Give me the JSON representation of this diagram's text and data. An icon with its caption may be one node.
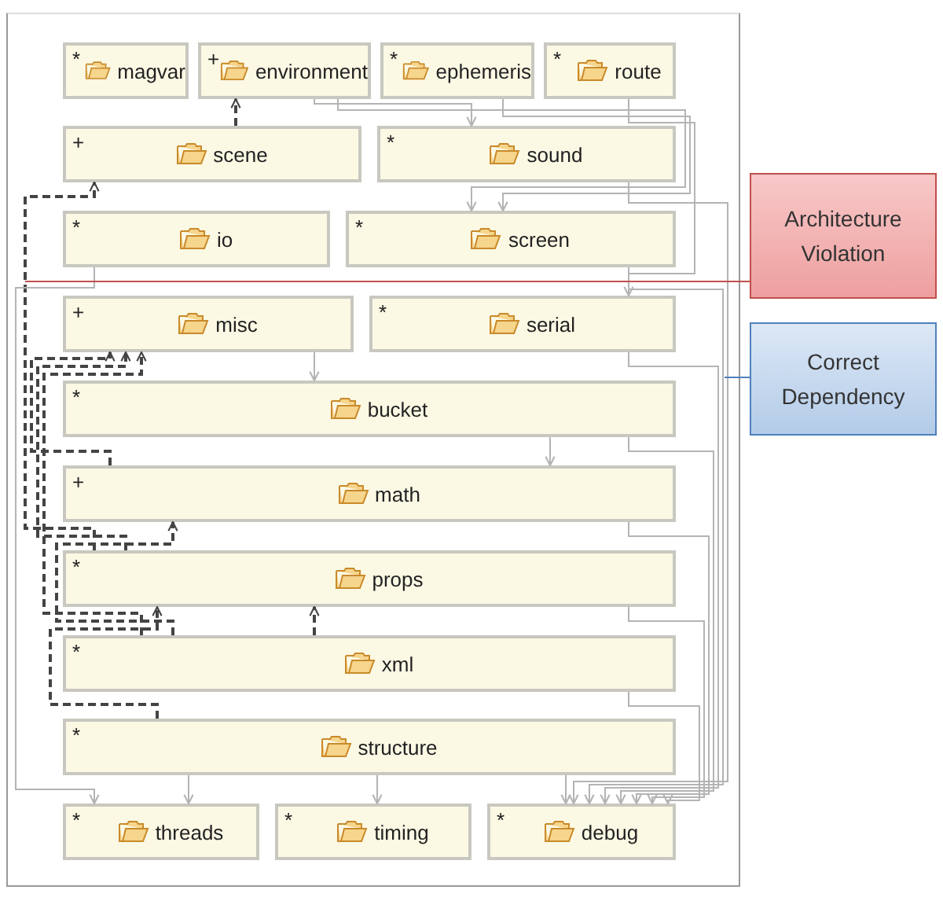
{
  "diagram": {
    "nodes": [
      {
        "text": [
          "*",
          "magvar"
        ]
      },
      {
        "text": [
          "+",
          "environment"
        ]
      },
      {
        "text": [
          "*",
          "ephemeris"
        ]
      },
      {
        "text": [
          "*",
          "route"
        ]
      },
      {
        "text": [
          "+",
          "scene"
        ]
      },
      {
        "text": [
          "*",
          "sound"
        ]
      },
      {
        "text": [
          "*",
          "io"
        ]
      },
      {
        "text": [
          "*",
          "screen"
        ]
      },
      {
        "text": [
          "+",
          "misc"
        ]
      },
      {
        "text": [
          "*",
          "serial"
        ]
      },
      {
        "text": [
          "*",
          "bucket"
        ]
      },
      {
        "text": [
          "+",
          "math"
        ]
      },
      {
        "text": [
          "*",
          "props"
        ]
      },
      {
        "text": [
          "*",
          "xml"
        ]
      },
      {
        "text": [
          "*",
          "structure"
        ]
      },
      {
        "text": [
          "*",
          "threads"
        ]
      },
      {
        "text": [
          "*",
          "timing"
        ]
      },
      {
        "text": [
          "*",
          "debug"
        ]
      },
      {
        "text": [
          "Architecture Violation"
        ]
      },
      {
        "text": [
          "Correct Dependency"
        ]
      }
    ],
    "edges": [
      {
        "from": 4,
        "to": 1,
        "arrow": "to",
        "style": "dashed",
        "color": "#444444"
      },
      {
        "from": 12,
        "to": 4,
        "arrow": "to",
        "style": "dashed",
        "color": "#444444"
      },
      {
        "from": 11,
        "to": 8,
        "arrow": "to",
        "style": "dashed",
        "color": "#444444"
      },
      {
        "from": 12,
        "to": 8,
        "arrow": "to",
        "style": "dashed",
        "color": "#444444"
      },
      {
        "from": 13,
        "to": 8,
        "arrow": "to",
        "style": "dashed",
        "color": "#444444"
      },
      {
        "from": 13,
        "to": 12,
        "arrow": "to",
        "style": "dashed",
        "color": "#444444"
      },
      {
        "from": 14,
        "to": 12,
        "arrow": "to",
        "style": "dashed",
        "color": "#444444"
      },
      {
        "from": 13,
        "to": 11,
        "arrow": "to",
        "style": "dashed",
        "color": "#444444"
      },
      {
        "from": 1,
        "to": 5,
        "arrow": "to"
      },
      {
        "from": 1,
        "to": 7,
        "arrow": "to"
      },
      {
        "from": 2,
        "to": 7,
        "arrow": "to"
      },
      {
        "from": 3,
        "to": 9,
        "arrow": "to"
      },
      {
        "from": 6,
        "to": 15,
        "arrow": "to"
      },
      {
        "from": 14,
        "to": 15,
        "arrow": "to"
      },
      {
        "from": 14,
        "to": 16,
        "arrow": "to"
      },
      {
        "from": 14,
        "to": 17,
        "arrow": "to"
      },
      {
        "from": 13,
        "to": 17,
        "arrow": "to"
      },
      {
        "from": 12,
        "to": 17,
        "arrow": "to"
      },
      {
        "from": 11,
        "to": 17,
        "arrow": "to"
      },
      {
        "from": 10,
        "to": 17,
        "arrow": "to"
      },
      {
        "from": 9,
        "to": 17,
        "arrow": "to"
      },
      {
        "from": 7,
        "to": 17,
        "arrow": "to"
      },
      {
        "from": 5,
        "to": 17,
        "arrow": "to"
      },
      {
        "from": 10,
        "to": 11,
        "arrow": "to"
      },
      {
        "from": 8,
        "to": 10,
        "arrow": "to"
      },
      {
        "from": 18,
        "to": null,
        "arrow": "none",
        "color": "#c0504d"
      },
      {
        "from": 19,
        "to": null,
        "arrow": "none",
        "color": "#4f81bd"
      }
    ]
  }
}
